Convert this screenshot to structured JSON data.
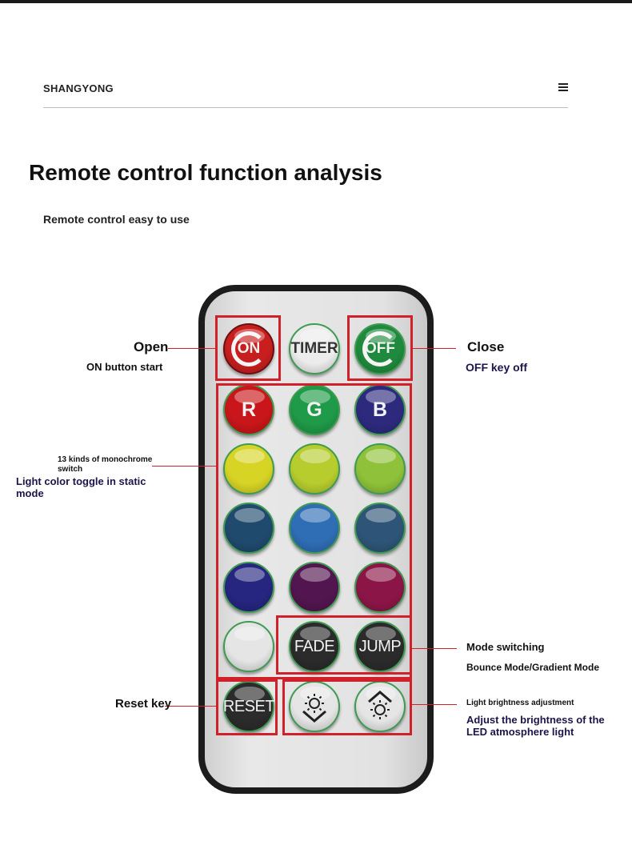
{
  "header": {
    "brand": "SHANGYONG",
    "menu_icon": "hamburger-menu-icon"
  },
  "title": "Remote control function analysis",
  "subtitle": "Remote control easy to use",
  "remote": {
    "buttons": {
      "on": "ON",
      "timer": "TIMER",
      "off": "OFF",
      "r": "R",
      "g": "G",
      "b": "B",
      "fade": "FADE",
      "jump": "JUMP",
      "reset": "RESET",
      "brightness_down_icon": "brightness-down-icon",
      "brightness_up_icon": "brightness-up-icon"
    },
    "colors": {
      "on": "#c81e1e",
      "timer": "#ececec",
      "off": "#1f8a3d",
      "r": "#c8161a",
      "g": "#1f9a48",
      "b": "#2d2a7e",
      "row1": [
        "#d8d425",
        "#b7cd2e",
        "#8fc23a"
      ],
      "row2": [
        "#1f4a6e",
        "#2f6db5",
        "#2e5577"
      ],
      "row3": [
        "#262580",
        "#52154f",
        "#8c1547"
      ],
      "white": "#e5e5e5",
      "dark": "#2b2b2b"
    }
  },
  "annotations": {
    "open_title": "Open",
    "open_desc": "ON button start",
    "close_title": "Close",
    "close_desc": "OFF key off",
    "mono_line1": "13 kinds of monochrome",
    "mono_line2": "switch",
    "mono_desc_line1": "Light color toggle in static",
    "mono_desc_line2": "mode",
    "mode_title": "Mode switching",
    "mode_desc": "Bounce Mode/Gradient Mode",
    "reset_title": "Reset key",
    "bright_title": "Light brightness adjustment",
    "bright_desc_line1": "Adjust the brightness of the",
    "bright_desc_line2": "LED atmosphere light"
  }
}
